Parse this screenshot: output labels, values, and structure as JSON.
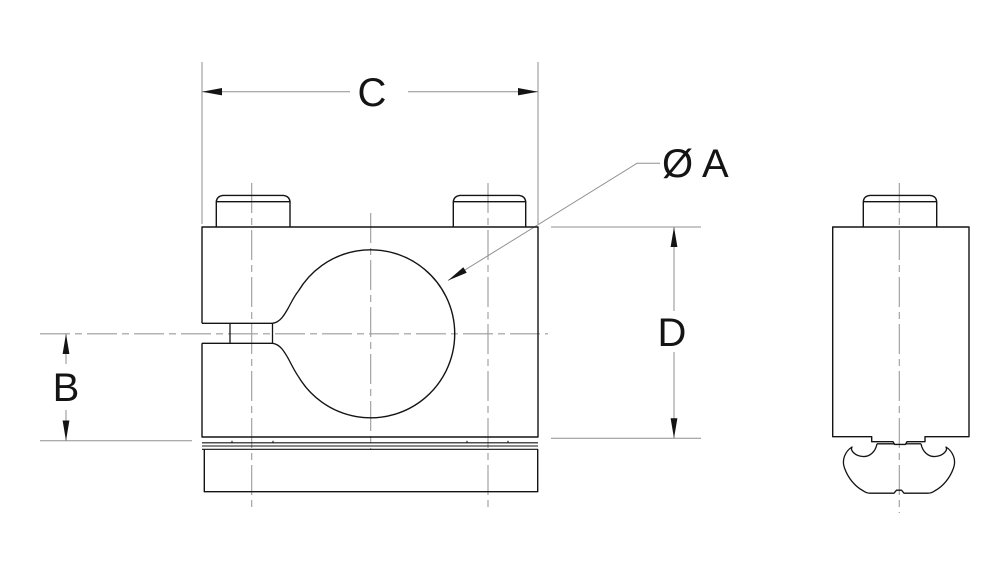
{
  "dimension_labels": {
    "overall_width": "C",
    "center_to_base": "B",
    "body_height": "D",
    "bore_diameter": "Ø A"
  },
  "colors": {
    "background": "#ffffff",
    "object_line": "#141414",
    "centerline": "#9b9b9b",
    "dimension_line": "#8f8f8f",
    "arrowhead": "#141414",
    "text": "#141414"
  }
}
